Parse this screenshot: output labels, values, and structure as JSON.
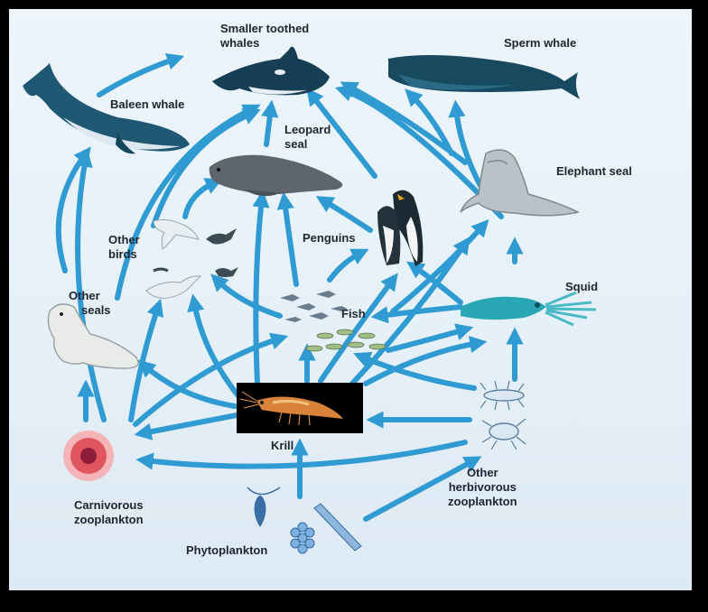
{
  "organisms": {
    "baleen_whale": "Baleen whale",
    "toothed_whales_1": "Smaller toothed",
    "toothed_whales_2": "whales",
    "sperm_whale": "Sperm whale",
    "leopard_seal_1": "Leopard",
    "leopard_seal_2": "seal",
    "elephant_seal": "Elephant seal",
    "other_birds_1": "Other",
    "other_birds_2": "birds",
    "penguins": "Penguins",
    "squid": "Squid",
    "other_seals_1": "Other",
    "other_seals_2": "seals",
    "fish": "Fish",
    "krill": "Krill",
    "carnivorous_zoo_1": "Carnivorous",
    "carnivorous_zoo_2": "zooplankton",
    "herbivorous_zoo_1": "Other",
    "herbivorous_zoo_2": "herbivorous",
    "herbivorous_zoo_3": "zooplankton",
    "phytoplankton": "Phytoplankton"
  },
  "colors": {
    "arrow": "#2f9bd2",
    "whale_dark": "#1d4f66",
    "background": "#e8f2f9"
  }
}
